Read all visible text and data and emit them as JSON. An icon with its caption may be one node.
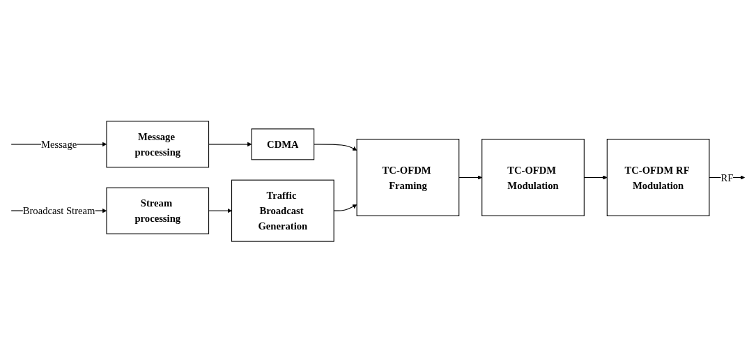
{
  "diagram": {
    "nodes": [
      {
        "text": [
          "Message processing"
        ]
      },
      {
        "text": [
          "CDMA"
        ]
      },
      {
        "text": [
          "Stream processing"
        ]
      },
      {
        "text": [
          "Traffic Broadcast Generation"
        ]
      },
      {
        "text": [
          "TC-OFDM Framing"
        ]
      },
      {
        "text": [
          "TC-OFDM Modulation"
        ]
      },
      {
        "text": [
          "TC-OFDM RF Modulation"
        ]
      }
    ],
    "edges": [
      {
        "from": null,
        "to": 0,
        "arrow": "to",
        "label": "Message"
      },
      {
        "from": 0,
        "to": 1,
        "arrow": "to"
      },
      {
        "from": 1,
        "to": 4,
        "arrow": "to"
      },
      {
        "from": null,
        "to": 2,
        "arrow": "to",
        "label": "Broadcast Stream"
      },
      {
        "from": 2,
        "to": 3,
        "arrow": "to"
      },
      {
        "from": 3,
        "to": 4,
        "arrow": "to"
      },
      {
        "from": 4,
        "to": 5,
        "arrow": "to"
      },
      {
        "from": 5,
        "to": 6,
        "arrow": "to"
      },
      {
        "from": 6,
        "to": null,
        "arrow": "to",
        "label": "RF"
      }
    ]
  }
}
